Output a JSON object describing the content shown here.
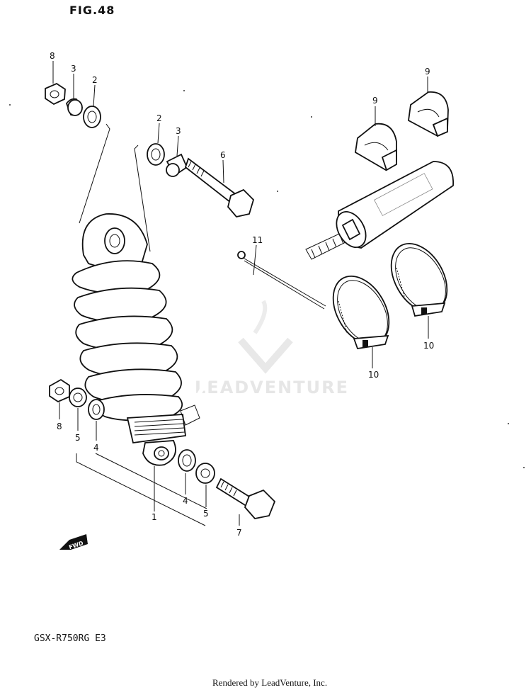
{
  "figure_title": "FIG.48",
  "model_code": "GSX-R750RG  E3",
  "footer_text": "Rendered by LeadVenture, Inc.",
  "watermark": "LEADVENTURE",
  "fwd_label": "FWD",
  "callouts": {
    "c1": "1",
    "c2a": "2",
    "c2b": "2",
    "c3a": "3",
    "c3b": "3",
    "c4a": "4",
    "c4b": "4",
    "c5a": "5",
    "c5b": "5",
    "c6": "6",
    "c7": "7",
    "c8a": "8",
    "c8b": "8",
    "c9a": "9",
    "c9b": "9",
    "c10a": "10",
    "c10b": "10",
    "c11": "11"
  }
}
